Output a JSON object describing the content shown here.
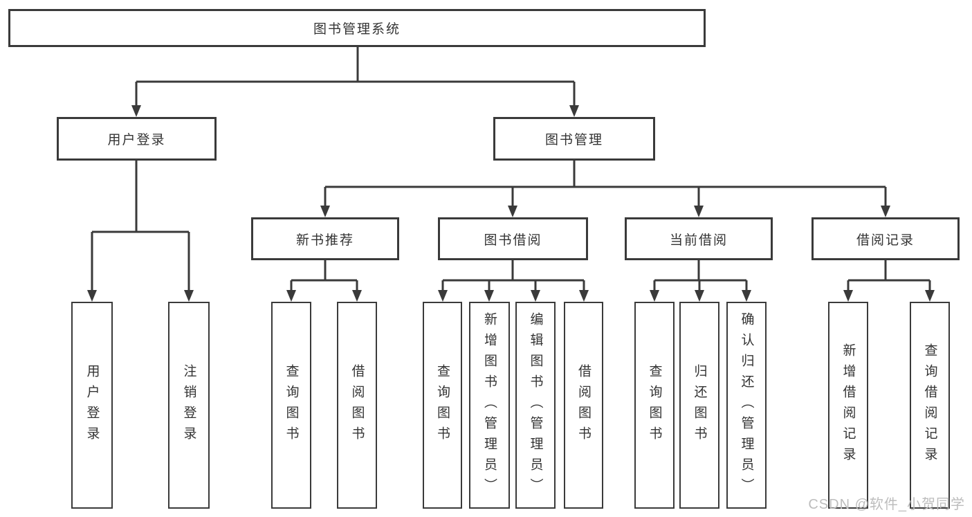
{
  "diagram": {
    "root": {
      "label": "图书管理系统"
    },
    "level1": [
      {
        "label": "用户登录",
        "children": [
          {
            "label": "用户登录"
          },
          {
            "label": "注销登录"
          }
        ]
      },
      {
        "label": "图书管理",
        "children": [
          {
            "label": "新书推荐",
            "children": [
              {
                "label": "查询图书"
              },
              {
                "label": "借阅图书"
              }
            ]
          },
          {
            "label": "图书借阅",
            "children": [
              {
                "label": "查询图书"
              },
              {
                "label": "新增图书（管理员）"
              },
              {
                "label": "编辑图书（管理员）"
              },
              {
                "label": "借阅图书"
              }
            ]
          },
          {
            "label": "当前借阅",
            "children": [
              {
                "label": "查询图书"
              },
              {
                "label": "归还图书"
              },
              {
                "label": "确认归还（管理员）"
              }
            ]
          },
          {
            "label": "借阅记录",
            "children": [
              {
                "label": "新增借阅记录"
              },
              {
                "label": "查询借阅记录"
              }
            ]
          }
        ]
      }
    ]
  },
  "watermark": {
    "text": "CSDN @软件_小贺同学"
  },
  "colors": {
    "line": "#3a3a3a",
    "border": "#3a3a3a",
    "text": "#333333",
    "watermark": "#bdbdbd",
    "background": "#ffffff"
  }
}
